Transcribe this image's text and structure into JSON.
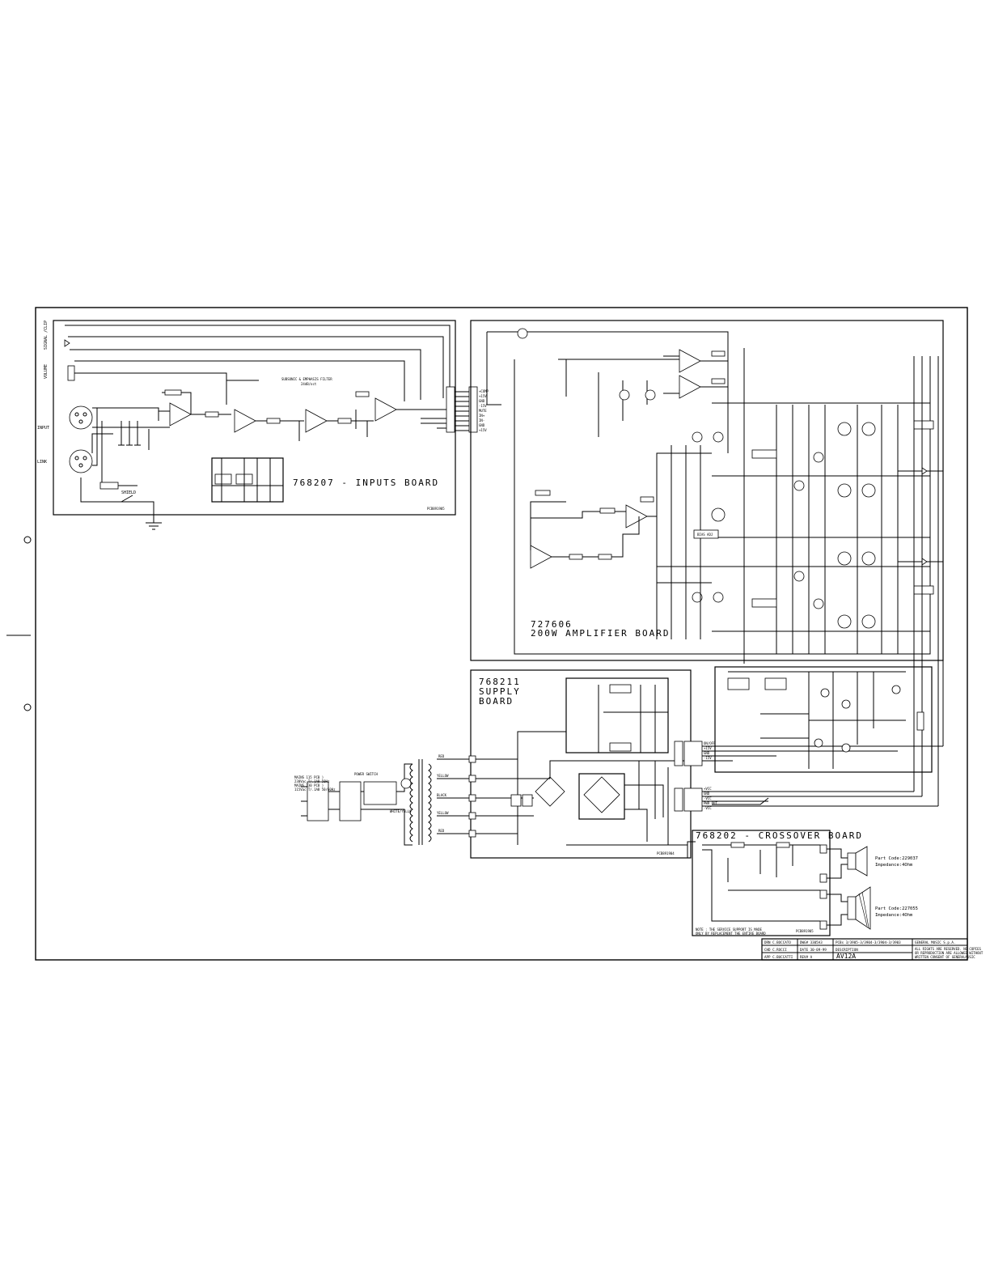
{
  "boards": {
    "inputs": {
      "title": "768207 - INPUTS BOARD",
      "code": "PCB891905"
    },
    "amplifier": {
      "number": "727606",
      "title": "200W AMPLIFIER BOARD"
    },
    "supply": {
      "line1": "768211",
      "line2": "SUPPLY",
      "line3": "BOARD",
      "code": "PCB891904"
    },
    "crossover": {
      "title": "768202 - CROSSOVER BOARD",
      "code": "PCB891905"
    }
  },
  "left_labels": {
    "signal_clip": "SIGNAL /CLIP",
    "volume": "VOLUME",
    "input": "INPUT",
    "link": "LINK",
    "shield": "SHIELD"
  },
  "filter": {
    "line1": "SUBSONIC & EMPHASIS FILTER",
    "line2": "24dB/oct"
  },
  "bias": "BIAS ADJ",
  "mains": {
    "line1": "MAINS 115 PCB )",
    "line2": "230Vac T/.1AB 50Hz",
    "line3": "MAINS 230 PCB )",
    "line4": "115Vac T/.1AB 50/60Hz",
    "power_switch": "POWER SWITCH",
    "white_yellow": "WHITE/YELLO"
  },
  "wires": [
    "RED",
    "YELLOW",
    "BLACK",
    "YELLOW",
    "RED"
  ],
  "tweeter": {
    "code": "Part Code:229037",
    "impedance": "Impedance:4Ohm"
  },
  "woofer": {
    "code": "Part Code:227055",
    "impedance": "Impedance:4Ohm"
  },
  "note": {
    "line1": "NOTE : THE SERVICE SUPPORT IS MADE",
    "line2": "ONLY BY REPLACEMENT THE ENTIRE BOARD"
  },
  "title_block": {
    "drn": "DRN  C.BOCCATO",
    "chk": "CHD  C.ROCCI",
    "app": "APP  C.BUCCATTI",
    "dwg": "DWG# 3305A3",
    "date": "DATE 30-09-99",
    "rev": "REV# A",
    "pcbs": "PCBs 3/3905-3/3904-3/3904-3/3903",
    "description_label": "DESCRIPTION",
    "model": "AV12A",
    "company": "GENERAL MUSIC S.p.A.",
    "rights1": "ALL RIGHTS ARE RESERVED. NO COPIES",
    "rights2": "OR REPRODUCTION ARE ALLOWED WITHOUT",
    "rights3": "WRITTEN CONSENT OF GENERALMUSIC"
  },
  "connector_pins": [
    "+COMP",
    "+15V",
    "GND",
    "-15V",
    "MUTE",
    "IN+",
    "IN-",
    "GND",
    "+15V"
  ],
  "supply_out": [
    "ON/OFF",
    "+15V",
    "GND",
    "-15V",
    "+VCC",
    "GND",
    "-VCC",
    "PWR OUT",
    "-VCC"
  ]
}
